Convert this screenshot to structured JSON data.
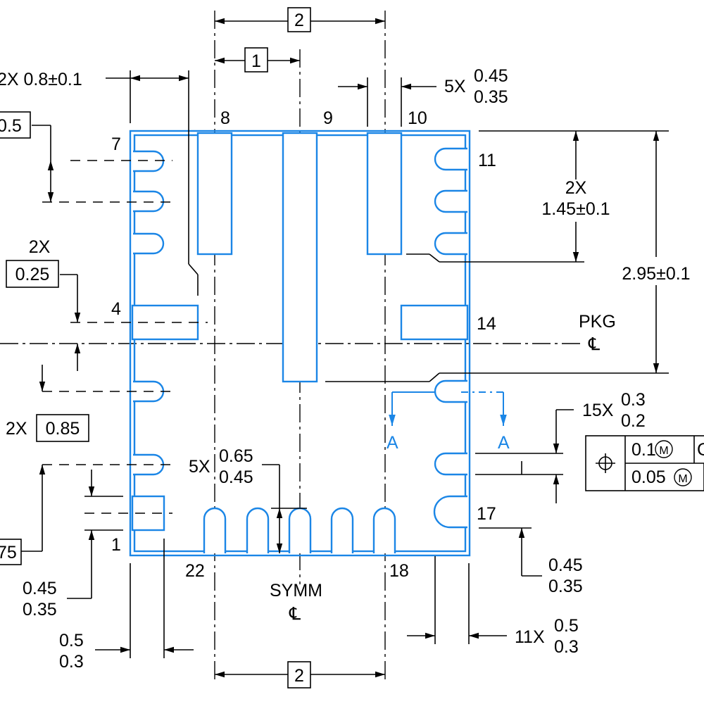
{
  "dims": {
    "top_2_box": "2",
    "box_1": "1",
    "width_08": "2X 0.8",
    "width_08_tol": "0.1",
    "box_05": "0.5",
    "pad_5x": "5X",
    "pad_5x_upper": "0.45",
    "pad_5x_lower": "0.35",
    "len_2x": "2X",
    "len_145": "1.45",
    "len_145_tol": "0.1",
    "len_295": "2.95",
    "len_295_tol": "0.1",
    "mult_2x_025": "2X",
    "box_025": "0.25",
    "mult_2x_085": "2X",
    "box_085": "0.85",
    "box_075_partial": "75",
    "bot_5x": "5X",
    "bot_5x_upper": "0.65",
    "bot_5x_lower": "0.45",
    "left_045": "0.45",
    "left_035": "0.35",
    "bot_05": "0.5",
    "bot_03": "0.3",
    "right_045": "0.45",
    "right_035": "0.35",
    "mult_11x": "11X",
    "eleven_upper": "0.5",
    "eleven_lower": "0.3",
    "mult_15x": "15X",
    "fifteen_upper": "0.3",
    "fifteen_lower": "0.2",
    "bottom_2_box": "2"
  },
  "pins": {
    "p1": "1",
    "p4": "4",
    "p7": "7",
    "p8": "8",
    "p9": "9",
    "p10": "10",
    "p11": "11",
    "p14": "14",
    "p17": "17",
    "p18": "18",
    "p22": "22"
  },
  "labels": {
    "pkg": "PKG",
    "symm": "SYMM",
    "centerline": "℄",
    "section_a_left": "A",
    "section_a_right": "A",
    "pm": "±"
  },
  "tolerance_frame": {
    "symbol": "⌖",
    "row1_value": "0.1",
    "row1_mod": "M",
    "row1_datum_partial": "C",
    "row2_value": "0.05",
    "row2_mod": "M"
  },
  "colors": {
    "package_outline": "#1b86e6",
    "dimension": "#000000"
  }
}
